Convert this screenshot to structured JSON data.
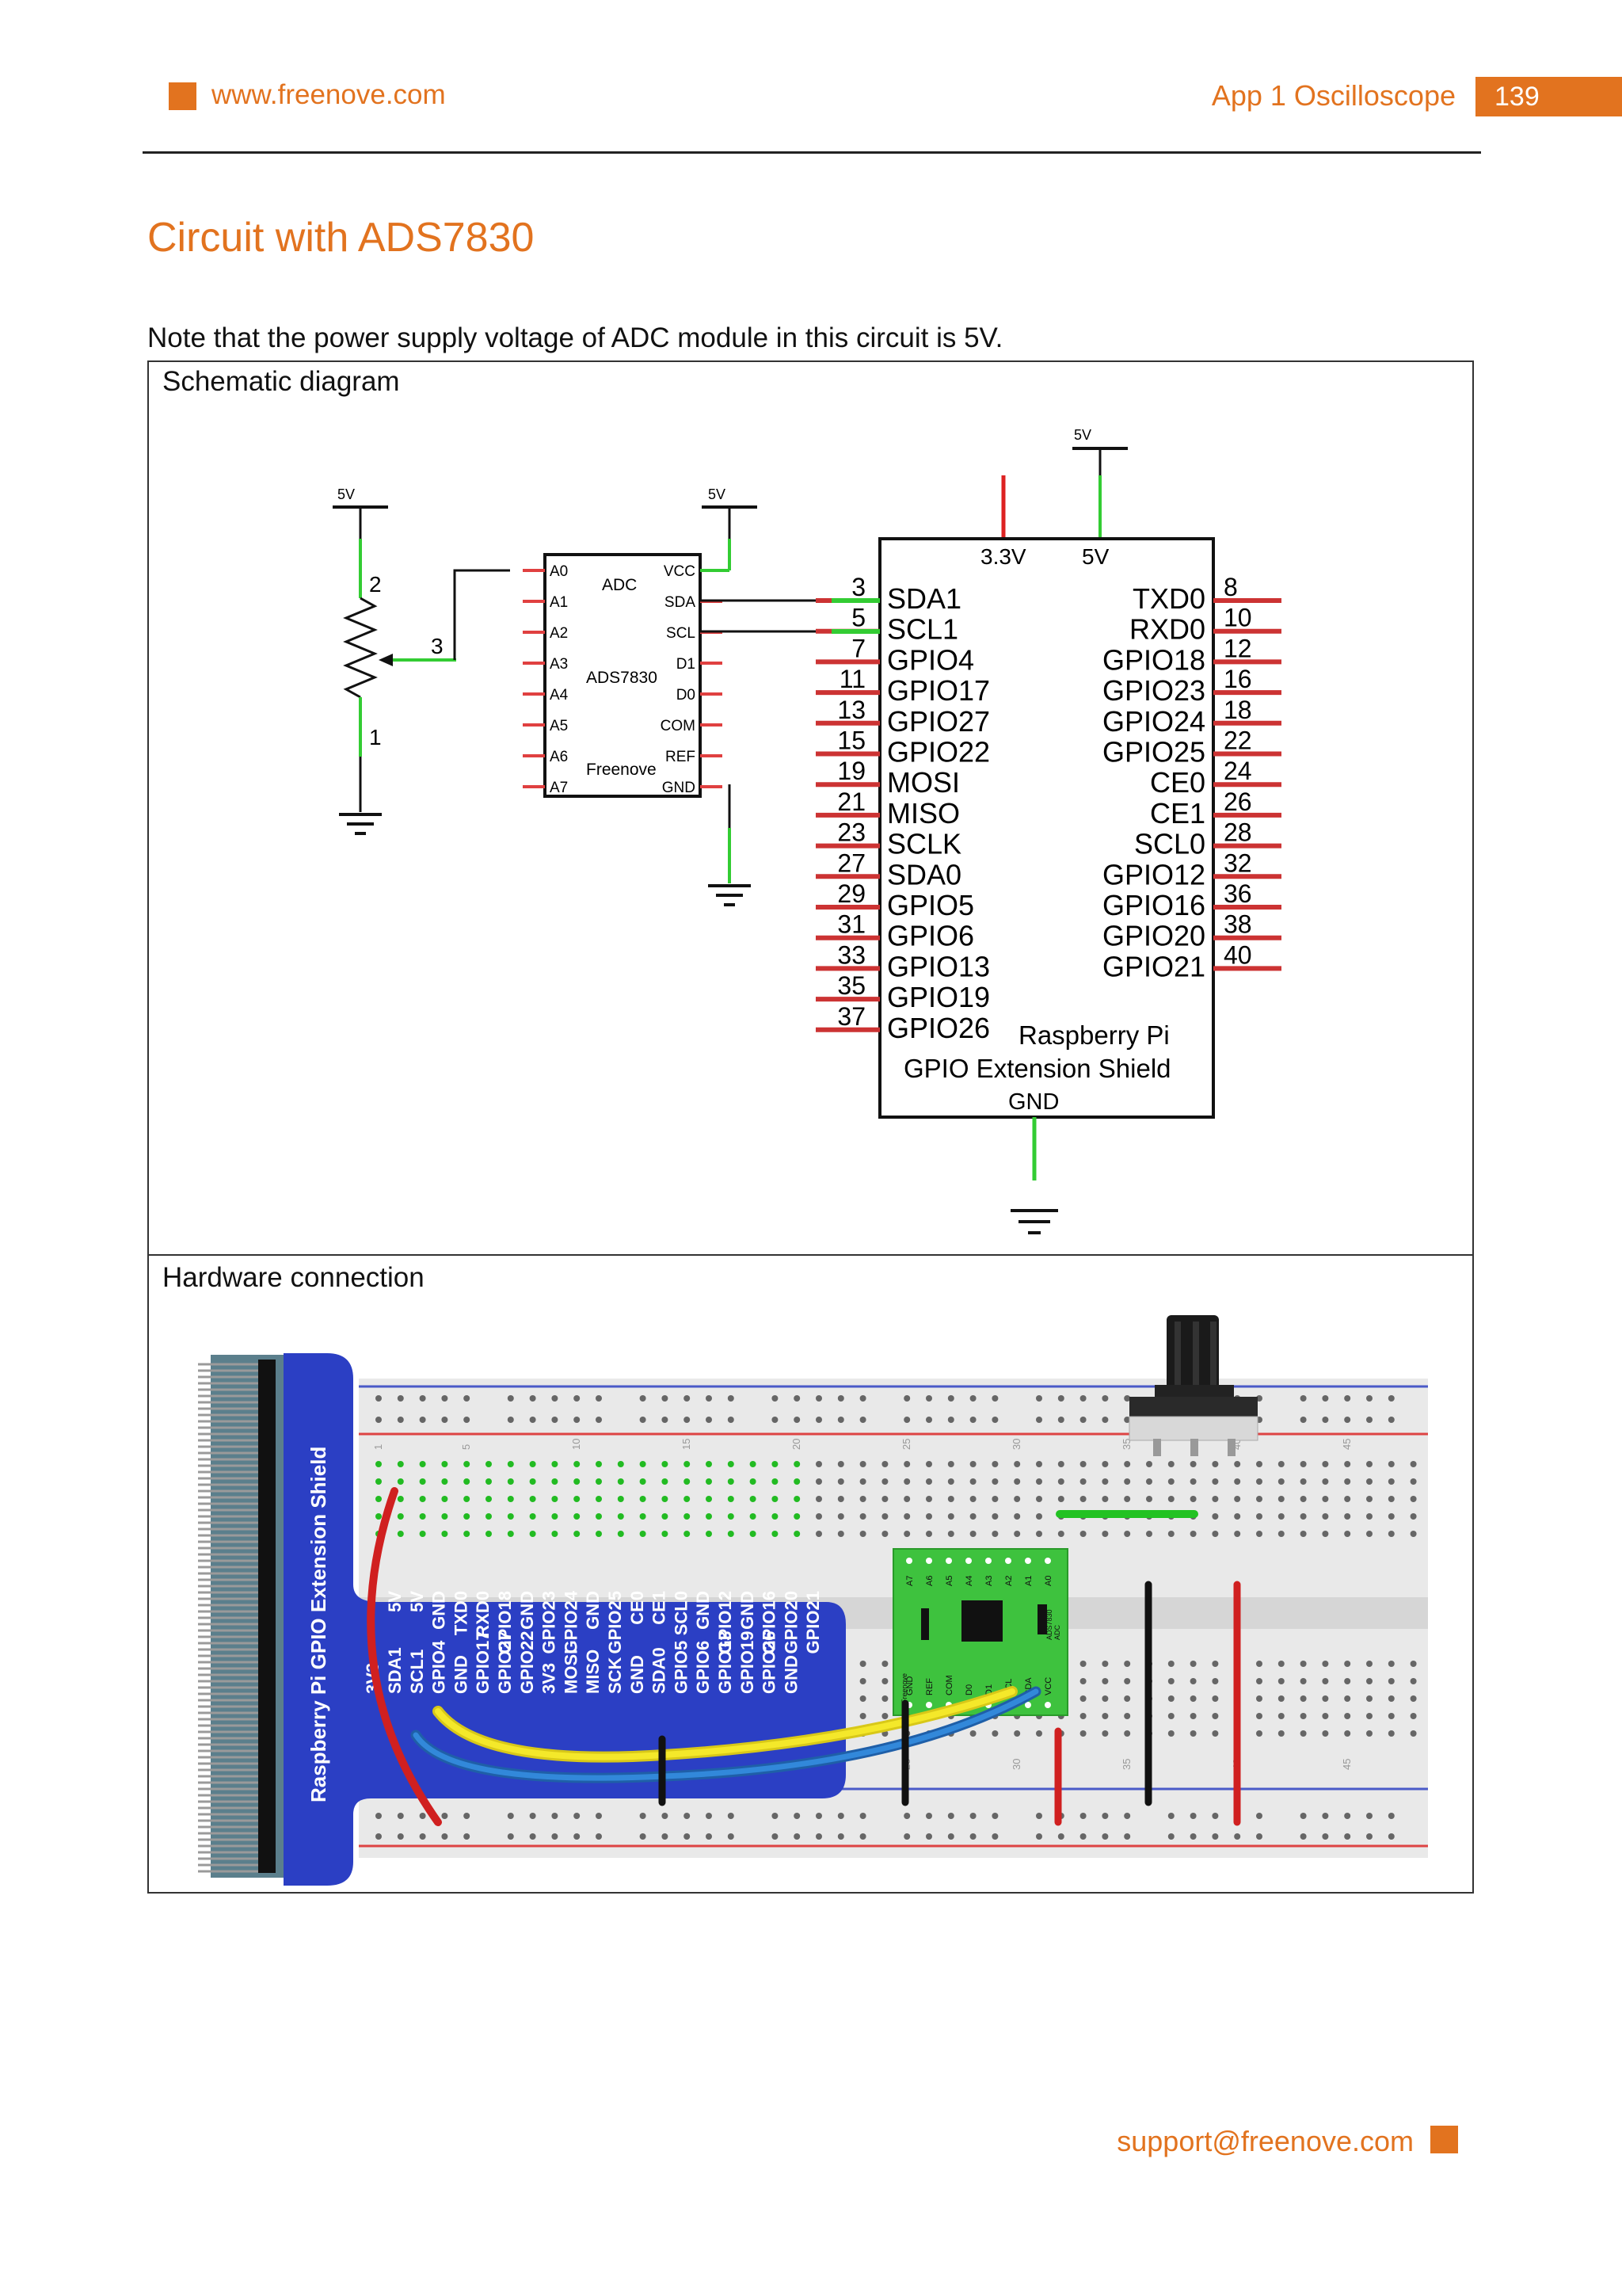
{
  "header": {
    "site": "www.freenove.com",
    "chapter": "App 1 Oscilloscope",
    "page_number": "139"
  },
  "title": "Circuit with ADS7830",
  "note": "Note that the power supply voltage of ADC module in this circuit is 5V.",
  "sections": {
    "schematic": "Schematic diagram",
    "hardware": "Hardware connection"
  },
  "schematic": {
    "power_5v": "5V",
    "pot_pins": [
      "2",
      "3",
      "1"
    ],
    "adc": {
      "left_pins": [
        "A0",
        "A1",
        "A2",
        "A3",
        "A4",
        "A5",
        "A6",
        "A7"
      ],
      "right_pins": [
        "VCC",
        "SDA",
        "SCL",
        "D1",
        "D0",
        "COM",
        "REF",
        "GND"
      ],
      "labels": [
        "ADC",
        "ADS7830",
        "Freenove"
      ]
    },
    "pi": {
      "power": [
        "3.3V",
        "5V"
      ],
      "left_nums": [
        "3",
        "5",
        "7",
        "11",
        "13",
        "15",
        "19",
        "21",
        "23",
        "27",
        "29",
        "31",
        "33",
        "35",
        "37"
      ],
      "left_names": [
        "SDA1",
        "SCL1",
        "GPIO4",
        "GPIO17",
        "GPIO27",
        "GPIO22",
        "MOSI",
        "MISO",
        "SCLK",
        "SDA0",
        "GPIO5",
        "GPIO6",
        "GPIO13",
        "GPIO19",
        "GPIO26"
      ],
      "right_names": [
        "TXD0",
        "RXD0",
        "GPIO18",
        "GPIO23",
        "GPIO24",
        "GPIO25",
        "CE0",
        "CE1",
        "SCL0",
        "GPIO12",
        "GPIO16",
        "GPIO20",
        "GPIO21"
      ],
      "right_nums": [
        "8",
        "10",
        "12",
        "16",
        "18",
        "22",
        "24",
        "26",
        "28",
        "32",
        "36",
        "38",
        "40"
      ],
      "label1": "Raspberry Pi",
      "label2": "GPIO Extension Shield",
      "gnd": "GND"
    }
  },
  "hardware": {
    "shield_label": "Raspberry Pi GPIO Extension Shield",
    "top_row": [
      "5V",
      "5V",
      "GND",
      "TXD0",
      "RXD0",
      "GPIO18",
      "GND",
      "GPIO23",
      "GPIO24",
      "GND",
      "GPIO25",
      "CE0",
      "CE1",
      "SCL0",
      "GND",
      "GPIO12",
      "GND",
      "GPIO16",
      "GPIO20",
      "GPIO21"
    ],
    "bottom_row": [
      "3V3",
      "SDA1",
      "SCL1",
      "GPIO4",
      "GND",
      "GPIO17",
      "GPIO27",
      "GPIO22",
      "3V3",
      "MOSI",
      "MISO",
      "SCK",
      "GND",
      "SDA0",
      "GPIO5",
      "GPIO6",
      "GPIO13",
      "GPIO19",
      "GPIO26",
      "GND"
    ],
    "adc_top": [
      "A7",
      "A6",
      "A5",
      "A4",
      "A3",
      "A2",
      "A1",
      "A0"
    ],
    "adc_bottom": [
      "GND",
      "REF",
      "COM",
      "D0",
      "D1",
      "SCL",
      "SDA",
      "VCC"
    ],
    "adc_mid": [
      "Freenove",
      "ADC",
      "ADS7830"
    ],
    "column_numbers": [
      "1",
      "5",
      "10",
      "15",
      "20",
      "25",
      "30",
      "35",
      "40",
      "45"
    ],
    "wire_colors": {
      "red": "#d02020",
      "yellow": "#f0e01a",
      "blue": "#2e78c8",
      "green": "#22c222",
      "black": "#111111"
    }
  },
  "footer": {
    "email": "support@freenove.com"
  },
  "colors": {
    "accent": "#e2731f",
    "shield_blue": "#2b3fc4",
    "pcb_green": "#3ec23e"
  }
}
